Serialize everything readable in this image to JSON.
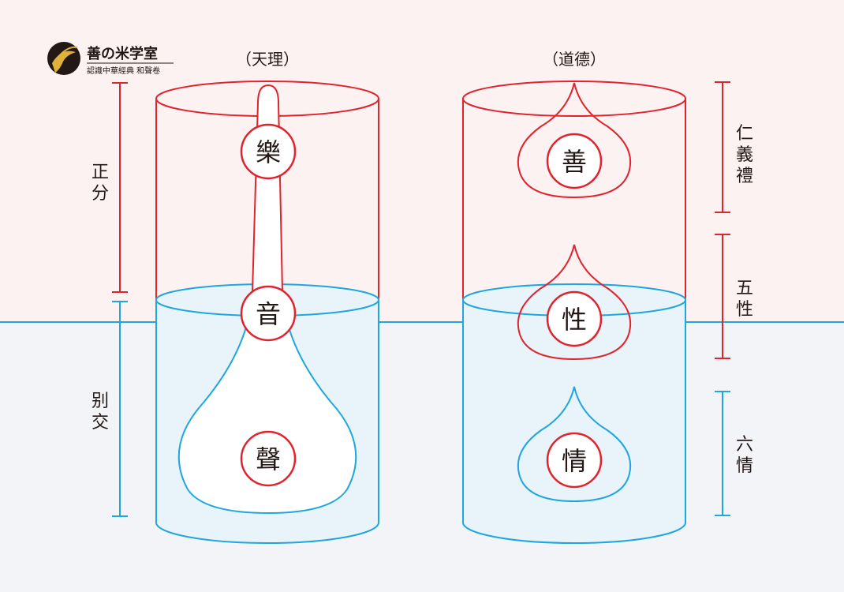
{
  "brand": {
    "name": "善の米学室",
    "tagline": "認識中華經典 和聲卷"
  },
  "left": {
    "title": "（天理）",
    "label_upper": [
      "正",
      "分"
    ],
    "label_lower": [
      "别",
      "交"
    ],
    "circle_top": "樂",
    "circle_mid": "音",
    "circle_bottom": "聲"
  },
  "right": {
    "title": "（道德）",
    "label_top": [
      "仁",
      "義",
      "禮"
    ],
    "label_mid": [
      "五",
      "性"
    ],
    "label_bottom": [
      "六",
      "情"
    ],
    "circle_top": "善",
    "circle_mid": "性",
    "circle_bottom": "情"
  },
  "colors": {
    "red": "#e0242e",
    "blue": "#1fa6dd",
    "top_bg": "#fdf2f2",
    "bottom_bg": "#f3f4f8",
    "water": "#e8f3fa"
  }
}
